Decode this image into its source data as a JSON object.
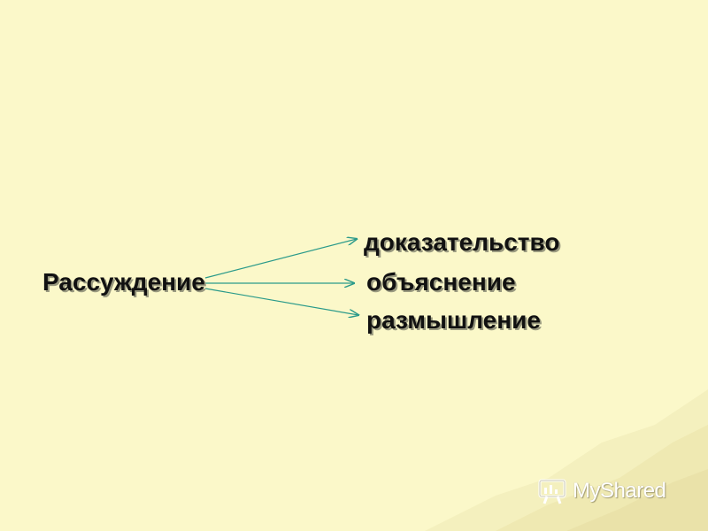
{
  "diagram": {
    "source": "Рассуждение",
    "targets": [
      "доказательство",
      "объяснение",
      "размышление"
    ]
  },
  "watermark": {
    "text": "MyShared",
    "icon": "presentation-board-icon"
  },
  "colors": {
    "background": "#fbf8c9",
    "arrow": "#2a9a8a",
    "text": "#111111"
  }
}
